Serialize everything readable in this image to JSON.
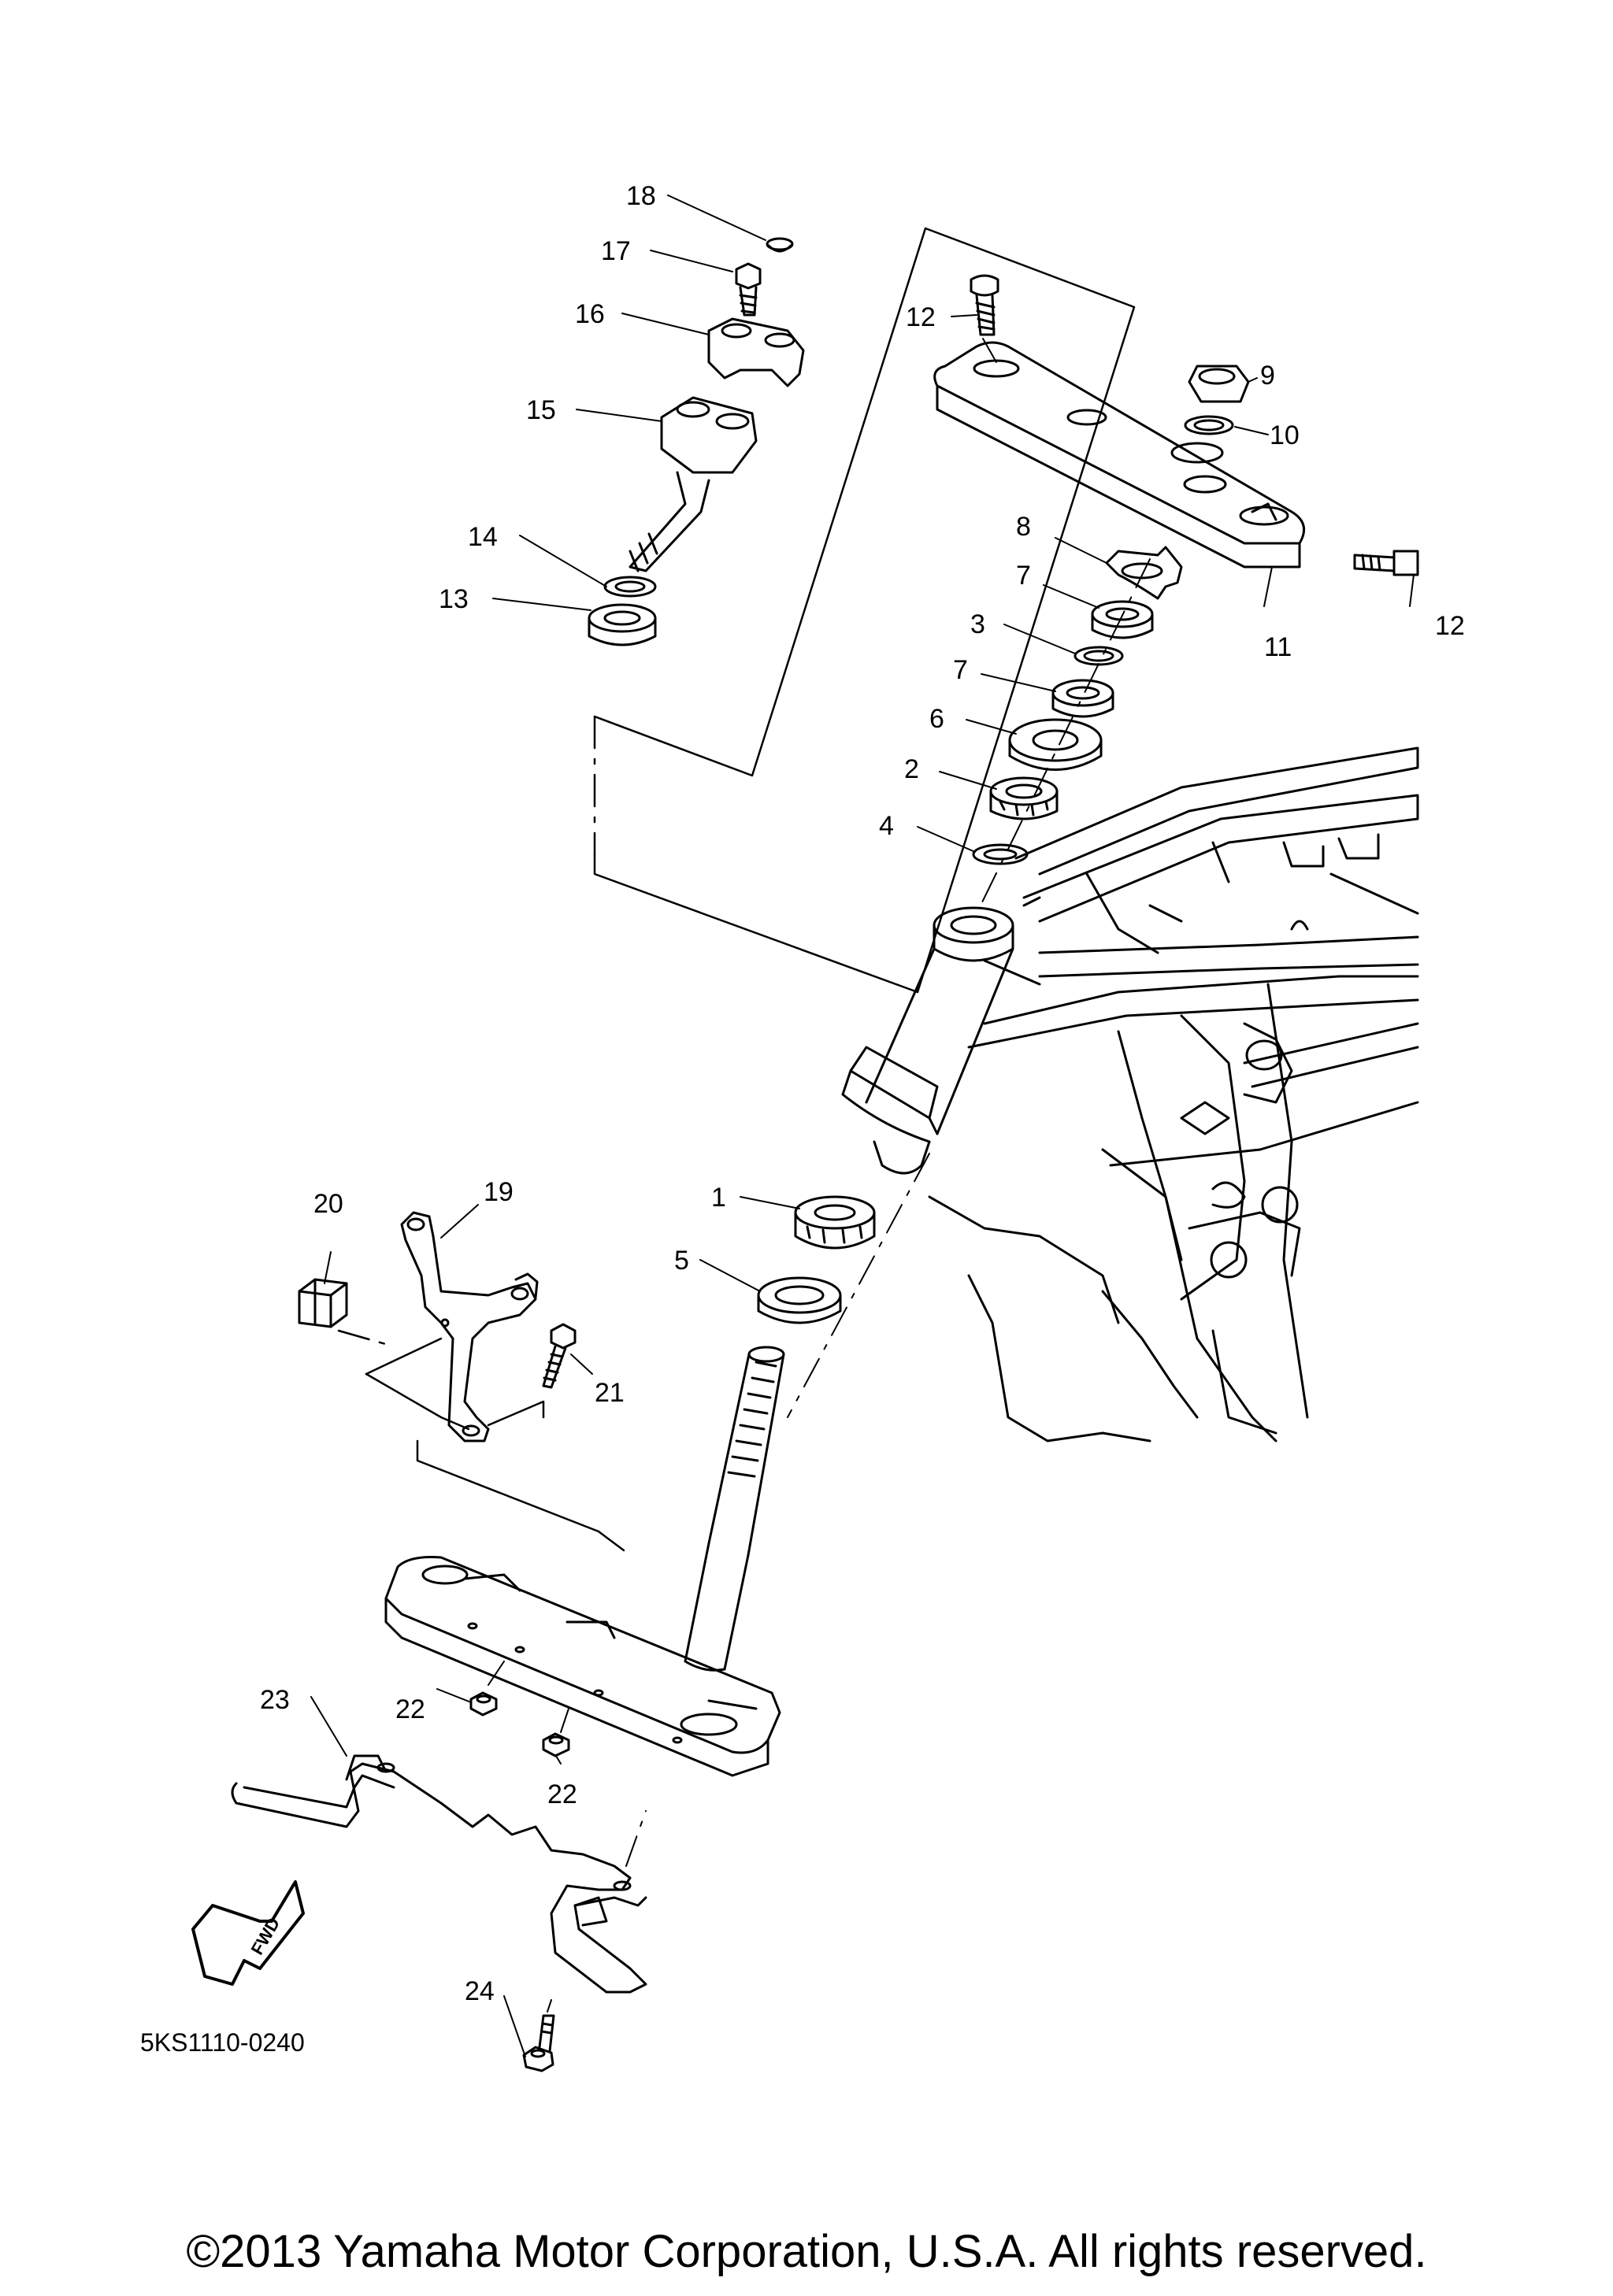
{
  "callouts": {
    "p1": "1",
    "p2": "2",
    "p3": "3",
    "p4": "4",
    "p5": "5",
    "p6": "6",
    "p7a": "7",
    "p7b": "7",
    "p8": "8",
    "p9": "9",
    "p10": "10",
    "p11": "11",
    "p12a": "12",
    "p12b": "12",
    "p13": "13",
    "p14": "14",
    "p15": "15",
    "p16": "16",
    "p17": "17",
    "p18": "18",
    "p19": "19",
    "p20": "20",
    "p21": "21",
    "p22a": "22",
    "p22b": "22",
    "p23": "23",
    "p24": "24"
  },
  "diagram_code": "5KS1110-0240",
  "fwd_label": "FWD",
  "copyright": "©2013 Yamaha Motor Corporation, U.S.A. All rights reserved."
}
